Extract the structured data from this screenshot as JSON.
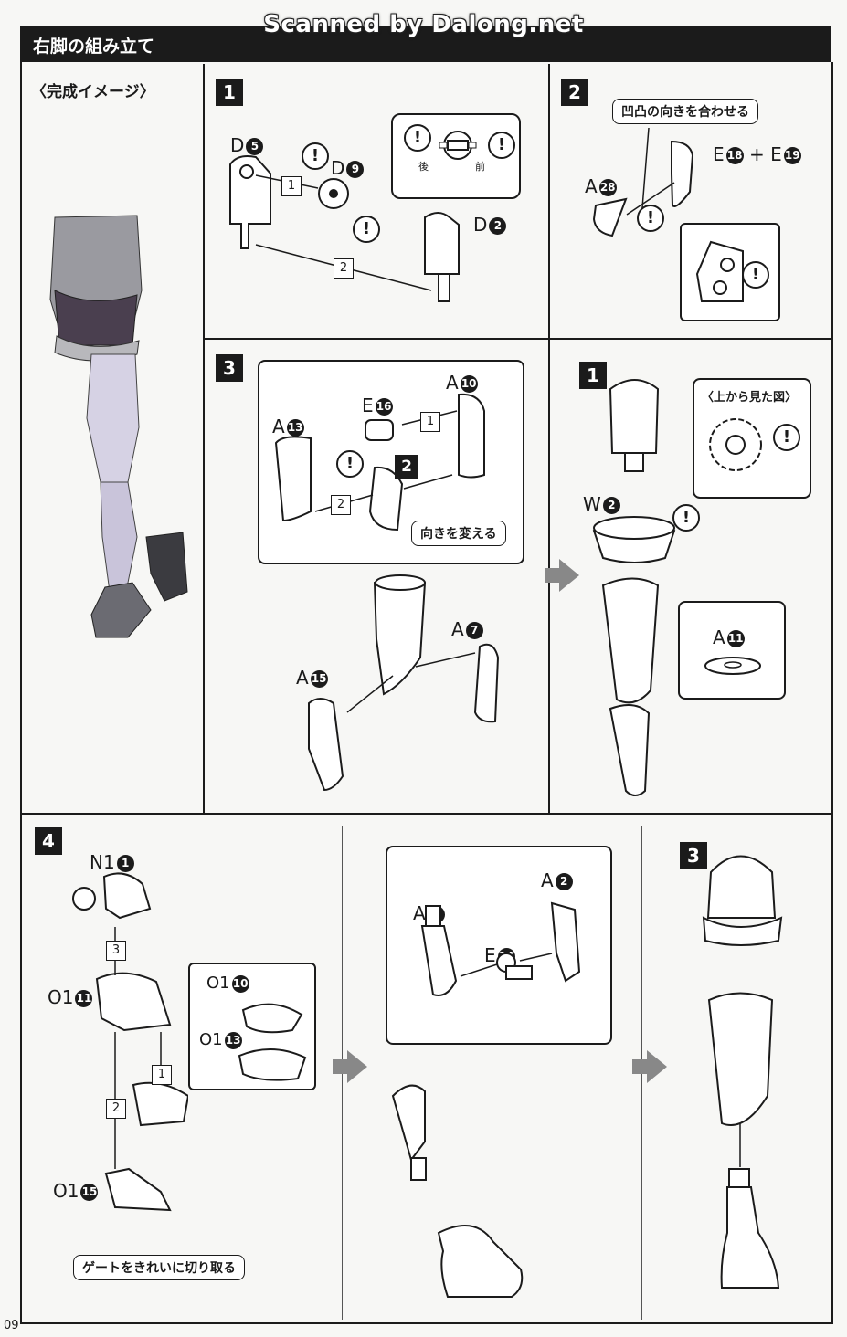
{
  "header": {
    "title": "右脚の組み立て",
    "watermark": "Scanned by Dalong.net"
  },
  "preview": {
    "title": "〈完成イメージ〉"
  },
  "panel1": {
    "step": "1",
    "labels": {
      "d5": "D",
      "d9": "D",
      "d2": "D"
    },
    "nums": {
      "d5": "5",
      "d9": "9",
      "d2": "2"
    },
    "callout": {
      "back": "後",
      "front": "前"
    },
    "seq": [
      "1",
      "2"
    ]
  },
  "panel2": {
    "step": "2",
    "note": "凹凸の向きを合わせる",
    "labels": {
      "e18": "E",
      "plus": "+",
      "e19": "E",
      "a28": "A"
    },
    "nums": {
      "e18": "18",
      "e19": "19",
      "a28": "28"
    }
  },
  "panel3": {
    "step": "3",
    "labels": {
      "a10": "A",
      "e16": "E",
      "a13": "A",
      "a7": "A",
      "a15": "A"
    },
    "nums": {
      "a10": "10",
      "e16": "16",
      "a13": "13",
      "a7": "7",
      "a15": "15"
    },
    "sub_step": "2",
    "note": "向きを変える",
    "seq": [
      "1",
      "2"
    ]
  },
  "panel3b": {
    "step": "1",
    "top_view": "〈上から見た図〉",
    "labels": {
      "w2": "W",
      "a11": "A"
    },
    "nums": {
      "w2": "2",
      "a11": "11"
    }
  },
  "panel4": {
    "step": "4",
    "labels": {
      "n1": "N1",
      "o1_11": "O1",
      "o1_10": "O1",
      "o1_13": "O1",
      "o1_15": "O1"
    },
    "nums": {
      "n1": "1",
      "o1_11": "11",
      "o1_10": "10",
      "o1_13": "13",
      "o1_15": "15"
    },
    "seq": [
      "3",
      "1",
      "2"
    ],
    "note": "ゲートをきれいに切り取る"
  },
  "panel5": {
    "labels": {
      "a8": "A",
      "a2": "A",
      "e14": "E"
    },
    "nums": {
      "a8": "8",
      "a2": "2",
      "e14": "14"
    }
  },
  "panel6": {
    "step": "3"
  },
  "footer": {
    "page": "09"
  }
}
